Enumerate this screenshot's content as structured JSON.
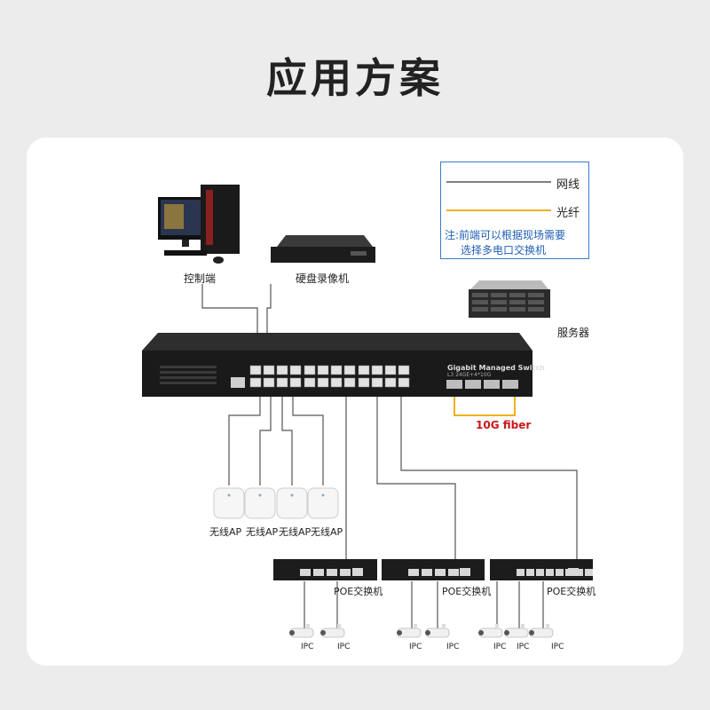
{
  "title": "应用方案",
  "legend": {
    "network_cable": "网线",
    "fiber": "光纤",
    "note_line1": "注:前端可以根据现场需要",
    "note_line2": "选择多电口交换机"
  },
  "devices": {
    "control": "控制端",
    "nvr": "硬盘录像机",
    "server": "服务器",
    "fiber_link": "10G fiber"
  },
  "main_switch": {
    "brand_text": "Gigabit Managed Switch",
    "model_text": "L3 24GE+4*10G"
  },
  "ap_label": "无线AP",
  "poe_label": "POE交换机",
  "ipc_label": "IPC",
  "colors": {
    "cable": "#555555",
    "fiber": "#f0b020",
    "legend_border": "#3a7bc8",
    "note": "#1f5fb5",
    "fiber_text": "#c81818"
  }
}
